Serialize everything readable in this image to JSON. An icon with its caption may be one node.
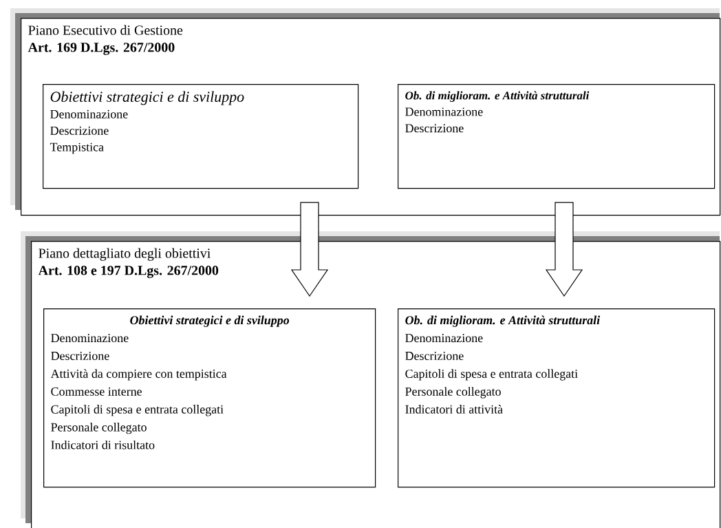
{
  "diagram": {
    "nodes": [
      {
        "text": [
          "Piano Esecutivo di Gestione",
          "Art. 169 D.Lgs. 267/2000"
        ]
      },
      {
        "text": [
          "Obiettivi strategici e di sviluppo",
          "Denominazione",
          "Descrizione",
          "Tempistica"
        ],
        "in": 0
      },
      {
        "text": [
          "Ob. di miglioram. e Attività strutturali",
          "Denominazione",
          "Descrizione"
        ],
        "in": 0
      },
      {
        "text": [
          "Piano dettagliato degli obiettivi",
          "Art. 108 e 197 D.Lgs. 267/2000"
        ]
      },
      {
        "text": [
          "Obiettivi strategici e di sviluppo",
          "Denominazione",
          "Descrizione",
          "Attività da compiere con tempistica",
          "Commesse interne",
          "Capitoli di spesa e entrata collegati",
          "Personale collegato",
          "Indicatori di risultato"
        ],
        "in": 3
      },
      {
        "text": [
          "Ob. di miglioram. e Attività strutturali",
          "Denominazione",
          "Descrizione",
          "Capitoli di spesa e entrata collegati",
          "Personale collegato",
          "Indicatori di attività"
        ],
        "in": 3
      }
    ],
    "edges": [
      {
        "from": 1,
        "to": 4,
        "arrow": "to"
      },
      {
        "from": 2,
        "to": 5,
        "arrow": "to"
      }
    ]
  }
}
